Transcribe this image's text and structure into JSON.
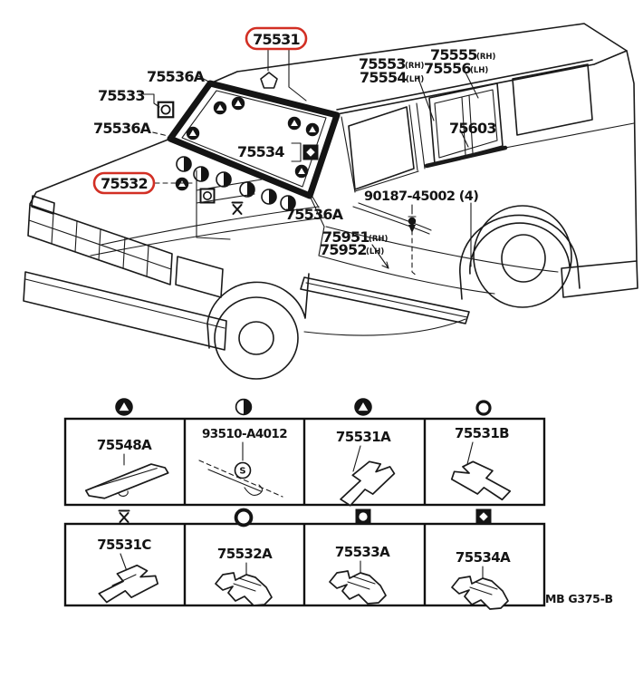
{
  "diagram": {
    "highlight_color": "#d22f24",
    "callouts": {
      "c75531": "75531",
      "c75536a_top": "75536A",
      "c75533": "75533",
      "c75536a_left": "75536A",
      "c75532": "75532",
      "c75534": "75534",
      "c75536a_mid": "75536A",
      "c75553": "75553",
      "c75553_sub": "(RH)",
      "c75554": "75554",
      "c75554_sub": "(LH)",
      "c75555": "75555",
      "c75555_sub": "(RH)",
      "c75556": "75556",
      "c75556_sub": "(LH)",
      "c75603": "75603",
      "c90187": "90187-45002 (4)",
      "c75951": "75951",
      "c75951_sub": "(RH)",
      "c75952": "75952",
      "c75952_sub": "(LH)"
    },
    "screw_symbol_letter": "S"
  },
  "parts_table": {
    "rows": [
      {
        "cells": [
          {
            "part_no": "75548A",
            "symbol": "filled-circle-triangle"
          },
          {
            "part_no": "93510-A4012",
            "symbol": "half-filled-circle"
          },
          {
            "part_no": "75531A",
            "symbol": "filled-circle-triangle"
          },
          {
            "part_no": "75531B",
            "symbol": "open-circle"
          }
        ]
      },
      {
        "cells": [
          {
            "part_no": "75531C",
            "symbol": "x-mark"
          },
          {
            "part_no": "75532A",
            "symbol": "open-circle"
          },
          {
            "part_no": "75533A",
            "symbol": "filled-square-circle"
          },
          {
            "part_no": "75534A",
            "symbol": "filled-square-diamond"
          }
        ]
      }
    ]
  },
  "footer": {
    "drawing_code": "MB G375-B"
  }
}
